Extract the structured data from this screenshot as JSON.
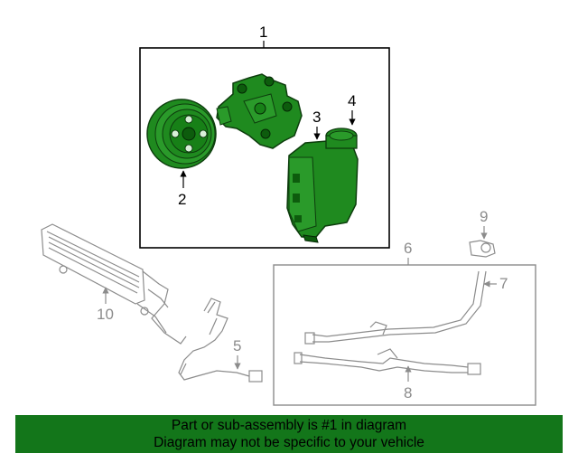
{
  "callouts": {
    "c1": "1",
    "c2": "2",
    "c3": "3",
    "c4": "4",
    "c5": "5",
    "c6": "6",
    "c7": "7",
    "c8": "8",
    "c9": "9",
    "c10": "10"
  },
  "parts": [
    {
      "callout": "1",
      "name": "power-steering-pump-assembly",
      "highlighted": true
    },
    {
      "callout": "2",
      "name": "pulley",
      "highlighted": true
    },
    {
      "callout": "3",
      "name": "reservoir",
      "highlighted": true
    },
    {
      "callout": "4",
      "name": "reservoir-cap",
      "highlighted": true
    },
    {
      "callout": "5",
      "name": "pressure-hose",
      "highlighted": false
    },
    {
      "callout": "6",
      "name": "hose-assembly-group",
      "highlighted": false
    },
    {
      "callout": "7",
      "name": "return-hose",
      "highlighted": false
    },
    {
      "callout": "8",
      "name": "supply-hose",
      "highlighted": false
    },
    {
      "callout": "9",
      "name": "hose-clamp",
      "highlighted": false
    },
    {
      "callout": "10",
      "name": "oil-cooler",
      "highlighted": false
    }
  ],
  "footer": {
    "line1": "Part or sub-assembly is #1 in diagram",
    "line2": "Diagram may not be specific to your vehicle"
  },
  "colors": {
    "highlight": "#1f8a1f",
    "highlight_dark": "#0d5c0d",
    "banner": "#13761a",
    "grey": "#8c8c8c"
  }
}
